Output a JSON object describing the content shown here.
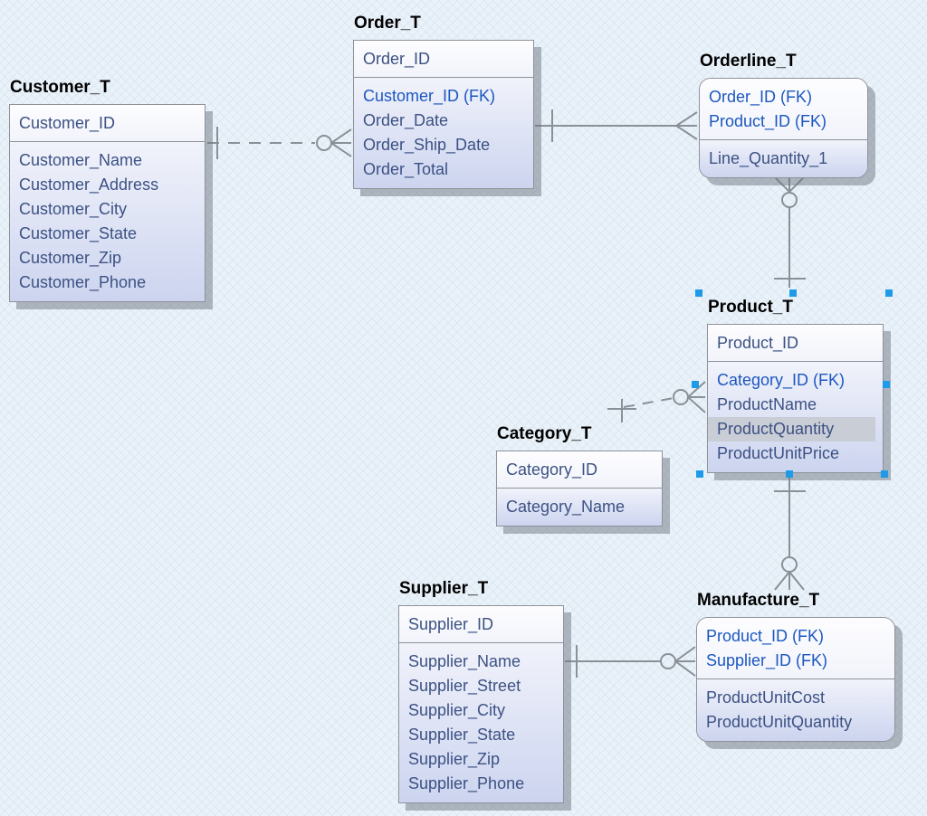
{
  "canvas": {
    "background_color": "#eaf2f9",
    "pattern_color": "#dce7f3"
  },
  "colors": {
    "title_text": "#000000",
    "attribute_text": "#3c5183",
    "foreign_key_text": "#1b57c0",
    "box_border": "#8e9299",
    "relationship_line": "#8a9096",
    "selection_handle": "#1d9be8",
    "highlight_background": "#c9cdd5"
  },
  "entities": {
    "customer": {
      "title": "Customer_T",
      "pk": [
        "Customer_ID"
      ],
      "attrs": [
        "Customer_Name",
        "Customer_Address",
        "Customer_City",
        "Customer_State",
        "Customer_Zip",
        "Customer_Phone"
      ]
    },
    "order": {
      "title": "Order_T",
      "pk": [
        "Order_ID"
      ],
      "attrs": [
        "Customer_ID (FK)",
        "Order_Date",
        "Order_Ship_Date",
        "Order_Total"
      ]
    },
    "orderline": {
      "title": "Orderline_T",
      "pk": [
        "Order_ID (FK)",
        "Product_ID (FK)"
      ],
      "attrs": [
        "Line_Quantity_1"
      ]
    },
    "product": {
      "title": "Product_T",
      "pk": [
        "Product_ID"
      ],
      "attrs": [
        "Category_ID (FK)",
        "ProductName",
        "ProductQuantity",
        "ProductUnitPrice"
      ]
    },
    "category": {
      "title": "Category_T",
      "pk": [
        "Category_ID"
      ],
      "attrs": [
        "Category_Name"
      ]
    },
    "supplier": {
      "title": "Supplier_T",
      "pk": [
        "Supplier_ID"
      ],
      "attrs": [
        "Supplier_Name",
        "Supplier_Street",
        "Supplier_City",
        "Supplier_State",
        "Supplier_Zip",
        "Supplier_Phone"
      ]
    },
    "manufacture": {
      "title": "Manufacture_T",
      "pk": [
        "Product_ID (FK)",
        "Supplier_ID (FK)"
      ],
      "attrs": [
        "ProductUnitCost",
        "ProductUnitQuantity"
      ]
    }
  },
  "selection": {
    "selected_entity": "Product_T",
    "highlighted_attribute": "ProductQuantity"
  },
  "relationships": [
    {
      "from": "Customer_T",
      "to": "Order_T",
      "line": "dashed",
      "from_end": "one",
      "to_end": "zero-or-many"
    },
    {
      "from": "Order_T",
      "to": "Orderline_T",
      "line": "solid",
      "from_end": "one",
      "to_end": "many"
    },
    {
      "from": "Product_T",
      "to": "Orderline_T",
      "line": "solid",
      "from_end": "one",
      "to_end": "zero-or-many"
    },
    {
      "from": "Category_T",
      "to": "Product_T",
      "line": "dashed",
      "from_end": "one",
      "to_end": "zero-or-many"
    },
    {
      "from": "Product_T",
      "to": "Manufacture_T",
      "line": "solid",
      "from_end": "one",
      "to_end": "zero-or-many"
    },
    {
      "from": "Supplier_T",
      "to": "Manufacture_T",
      "line": "solid",
      "from_end": "one",
      "to_end": "zero-or-many"
    }
  ]
}
